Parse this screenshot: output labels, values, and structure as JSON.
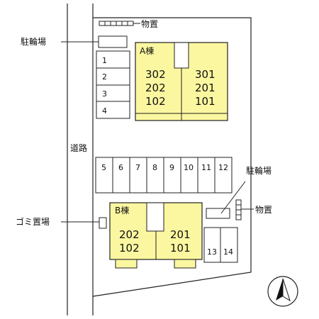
{
  "labels": {
    "storage_top": "物置",
    "bike_parking_left": "駐輪場",
    "road": "道路",
    "bike_parking_right": "駐輪場",
    "storage_right": "物置",
    "garbage": "ゴミ置場"
  },
  "building_a": {
    "name": "A棟",
    "units_left": [
      "302",
      "202",
      "102"
    ],
    "units_right": [
      "301",
      "201",
      "101"
    ]
  },
  "building_b": {
    "name": "B棟",
    "units_left": [
      "202",
      "102"
    ],
    "units_right": [
      "201",
      "101"
    ]
  },
  "parking": {
    "left_column": [
      "1",
      "2",
      "3",
      "4"
    ],
    "middle_row": [
      "5",
      "6",
      "7",
      "8",
      "9",
      "10",
      "11",
      "12"
    ],
    "bottom": [
      "13",
      "14"
    ]
  },
  "colors": {
    "building_fill": "#fbf7a0",
    "line": "#222222"
  }
}
